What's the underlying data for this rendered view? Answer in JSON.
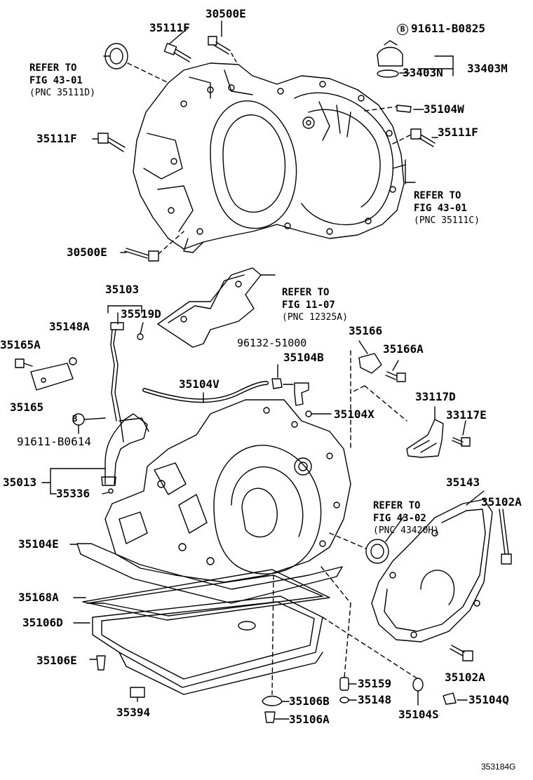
{
  "labels": {
    "p30500e_top": "30500E",
    "p35111f_top": "35111F",
    "p35111f_left": "35111F",
    "p35111f_right": "35111F",
    "p30500e_bottom": "30500E",
    "p91611b0825": "91611-B0825",
    "p33403n": "33403N",
    "p33403m": "33403M",
    "p35104w": "35104W",
    "p35103": "35103",
    "p35519d": "35519D",
    "p35148a": "35148A",
    "p35165a": "35165A",
    "p35165": "35165",
    "p91611b0614": "91611-B0614",
    "p35013": "35013",
    "p35336": "35336",
    "p35104v": "35104V",
    "p9613251000": "96132-51000",
    "p35104b": "35104B",
    "p35104x": "35104X",
    "p35166": "35166",
    "p35166a": "35166A",
    "p33117d": "33117D",
    "p33117e": "33117E",
    "p35143": "35143",
    "p35102a_right": "35102A",
    "p35102a_bottom": "35102A",
    "p35104e": "35104E",
    "p35168a": "35168A",
    "p35106d": "35106D",
    "p35106e": "35106E",
    "p35394": "35394",
    "p35159": "35159",
    "p35148": "35148",
    "p35106b": "35106B",
    "p35106a": "35106A",
    "p35104s": "35104S",
    "p35104q": "35104Q",
    "b_symbol": "B"
  },
  "refs": {
    "ref1": {
      "l1": "REFER TO",
      "l2": "FIG 43-01",
      "l3": "(PNC 35111D)"
    },
    "ref2": {
      "l1": "REFER TO",
      "l2": "FIG 43-01",
      "l3": "(PNC 35111C)"
    },
    "ref3": {
      "l1": "REFER TO",
      "l2": "FIG 11-07",
      "l3": "(PNC 12325A)"
    },
    "ref4": {
      "l1": "REFER TO",
      "l2": "FIG 43-02",
      "l3": "(PNC 43420H)"
    }
  },
  "figure_id": "353184G"
}
